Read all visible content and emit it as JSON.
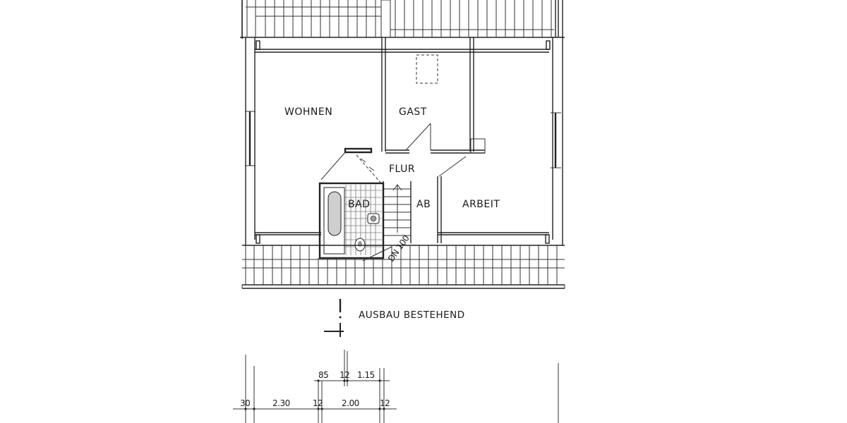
{
  "rooms": {
    "wohnen": "WOHNEN",
    "gast": "GAST",
    "flur": "FLUR",
    "bad": "BAD",
    "ab": "AB",
    "arbeit": "ARBEIT"
  },
  "annotations": {
    "pipe": "DN 100",
    "legend": "AUSBAU  BESTEHEND"
  },
  "dimensions": {
    "upper_row": [
      "85",
      "12",
      "1.15"
    ],
    "lower_row": [
      "30",
      "2.30",
      "12",
      "2.00",
      "12"
    ]
  },
  "colors": {
    "ink": "#222222",
    "paper": "#ffffff"
  }
}
